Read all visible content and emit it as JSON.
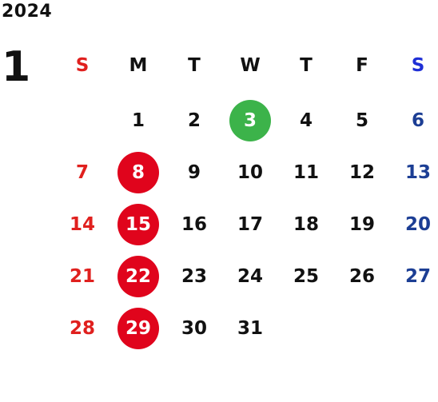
{
  "calendar": {
    "year": "2024",
    "month": "1",
    "weekdays": [
      "S",
      "M",
      "T",
      "W",
      "T",
      "F",
      "S"
    ],
    "weeks": [
      [
        "",
        "1",
        "2",
        "3",
        "4",
        "5",
        "6"
      ],
      [
        "7",
        "8",
        "9",
        "10",
        "11",
        "12",
        "13"
      ],
      [
        "14",
        "15",
        "16",
        "17",
        "18",
        "19",
        "20"
      ],
      [
        "21",
        "22",
        "23",
        "24",
        "25",
        "26",
        "27"
      ],
      [
        "28",
        "29",
        "30",
        "31",
        "",
        "",
        ""
      ]
    ]
  },
  "colors": {
    "sunday": "#e0201e",
    "saturday": "#1c3e94",
    "saturday_header": "#1f2fd6",
    "closed_day_circle": "#e0041c",
    "highlight_day_circle": "#3cb34a"
  }
}
